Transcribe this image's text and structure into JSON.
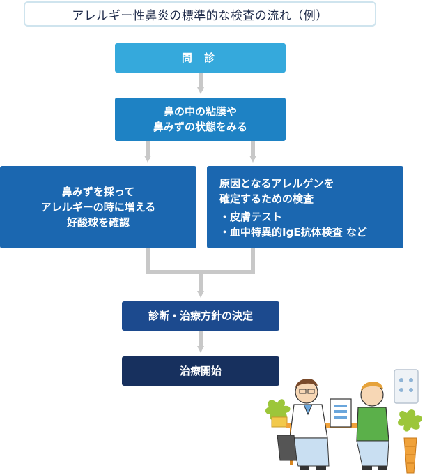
{
  "title": "アレルギー性鼻炎の標準的な検査の流れ（例）",
  "steps": {
    "interview": "問 診",
    "nasal_exam": [
      "鼻の中の粘膜や",
      "鼻みずの状態をみる"
    ],
    "eosinophil": [
      "鼻みずを採って",
      "アレルギーの時に増える",
      "好酸球を確認"
    ],
    "allergen": [
      "原因となるアレルゲンを",
      "確定するための検査",
      "・皮膚テスト",
      "・血中特異的IgE抗体検査 など"
    ],
    "diagnosis": "診断・治療方針の決定",
    "treatment": "治療開始"
  },
  "colors": {
    "step1": "#35a9dc",
    "step2": "#1e82c4",
    "step3": "#1b67b0",
    "step5": "#1c4a8e",
    "step6": "#17305e",
    "connector": "#c8c8c8"
  }
}
